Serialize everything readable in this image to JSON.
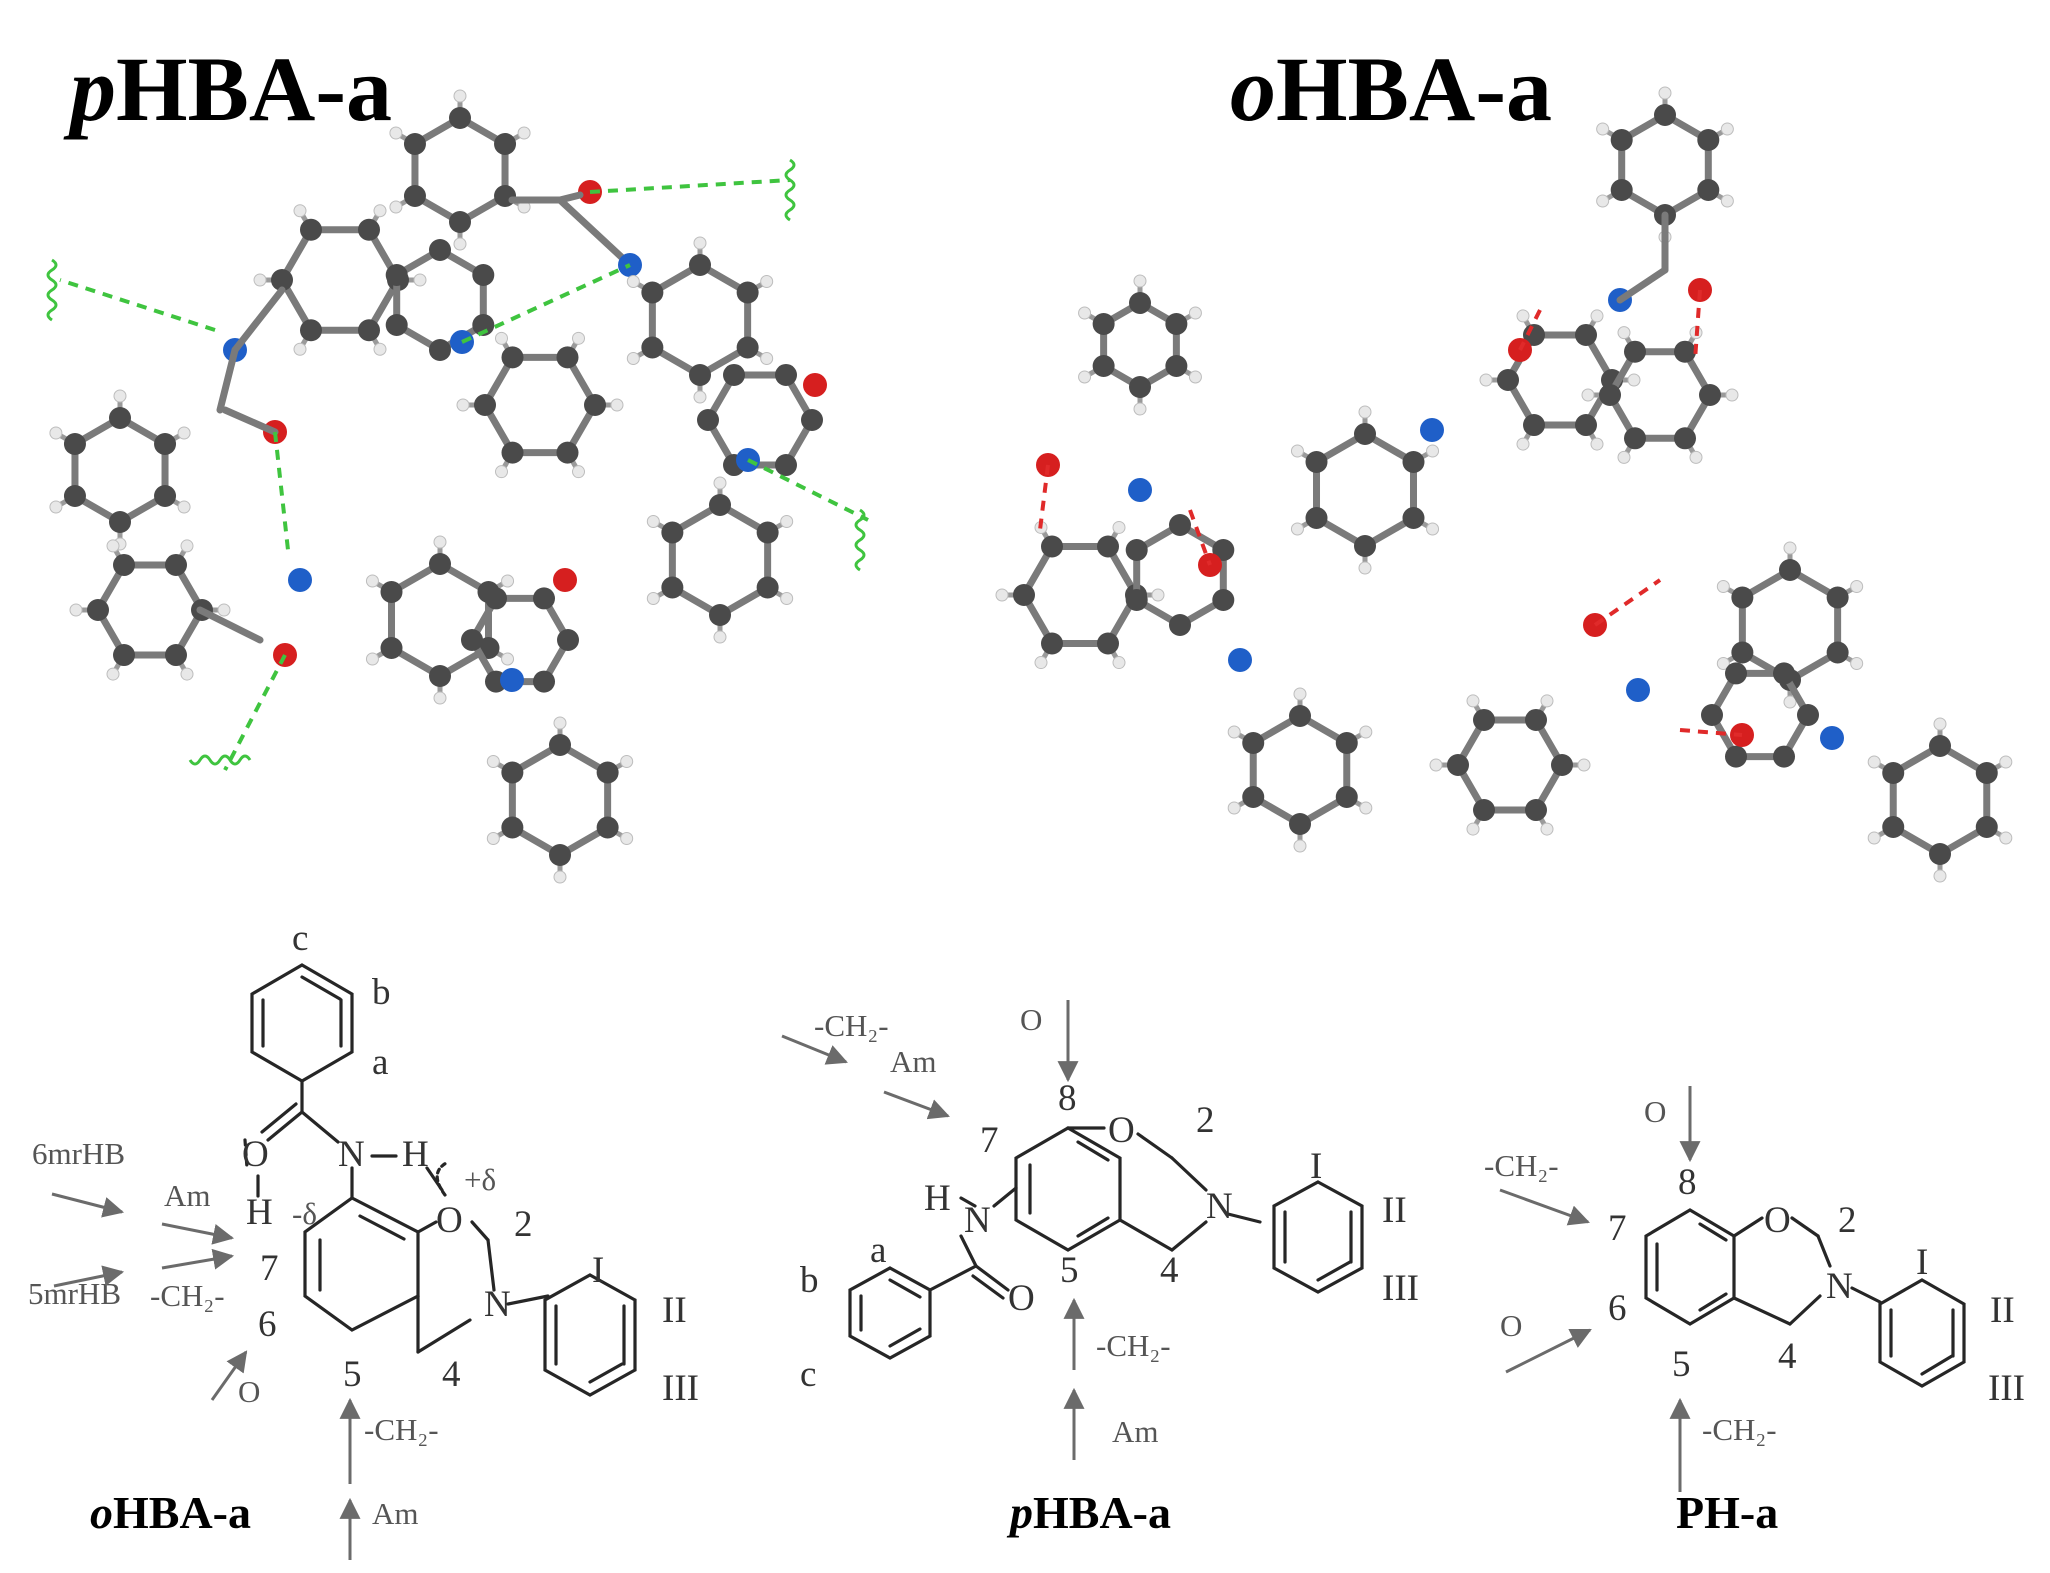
{
  "titles": {
    "top_left_prefix": "p",
    "top_left_rest": "HBA-a",
    "top_right_prefix": "o",
    "top_right_rest": "HBA-a"
  },
  "colors": {
    "carbon": "#4a4a4a",
    "hydrogen": "#e8e8e8",
    "nitrogen": "#1f5fc8",
    "oxygen": "#d61f1f",
    "intermolecular_hbond": "#3fc43f",
    "intramolecular_hbond": "#e02a2a",
    "arrow": "#6b6b6b"
  },
  "structures": {
    "ohba": {
      "caption_prefix": "o",
      "caption_rest": "HBA-a",
      "ring_labels": [
        "c",
        "b",
        "a"
      ],
      "atom_O": "O",
      "atom_N_amide": "N",
      "atom_H_amide": "H",
      "atom_H_left": "H",
      "atom_O_ring": "O",
      "atom_N_ring": "N",
      "plus_delta": "+δ",
      "minus_delta": "-δ",
      "positions": [
        "2",
        "7",
        "6",
        "5",
        "4"
      ],
      "phenyl_labels": [
        "I",
        "II",
        "III"
      ],
      "annotations": {
        "six_mrhb": "6mrHB",
        "five_mrhb": "5mrHB",
        "am_left": "Am",
        "ch2_left": "-CH₂-",
        "o_left": "O",
        "ch2_bottom": "-CH₂-",
        "am_bottom": "Am"
      }
    },
    "phba": {
      "caption_prefix": "p",
      "caption_rest": "HBA-a",
      "ring_labels": [
        "a",
        "b",
        "c"
      ],
      "atom_H": "H",
      "atom_N_amide": "N",
      "atom_O_carbonyl": "O",
      "atom_O_ring": "O",
      "atom_N_ring": "N",
      "positions": [
        "8",
        "7",
        "2",
        "5",
        "4"
      ],
      "phenyl_labels": [
        "I",
        "II",
        "III"
      ],
      "annotations": {
        "o_top": "O",
        "ch2_topleft": "-CH₂-",
        "am_topleft": "Am",
        "ch2_bottom": "-CH₂-",
        "am_bottom": "Am"
      }
    },
    "pha": {
      "caption": "PH-a",
      "atom_O_ring": "O",
      "atom_N_ring": "N",
      "positions": [
        "8",
        "7",
        "2",
        "6",
        "5",
        "4"
      ],
      "phenyl_labels": [
        "I",
        "II",
        "III"
      ],
      "annotations": {
        "o_top": "O",
        "ch2_left": "-CH₂-",
        "o_left": "O",
        "ch2_bottom": "-CH₂-"
      }
    }
  }
}
